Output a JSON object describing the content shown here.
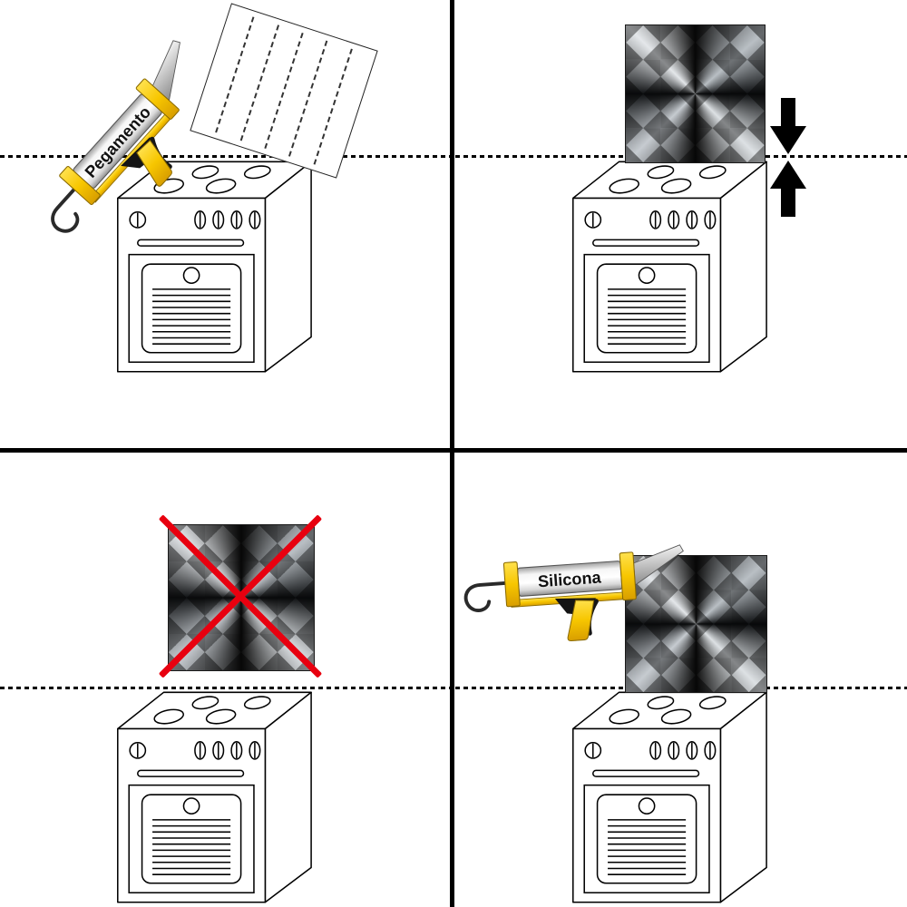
{
  "labels": {
    "adhesive_tube": "Pegamento",
    "silicone_tube": "Silicona"
  },
  "colors": {
    "gun_yellow": "#f7c600",
    "prohibition_red": "#e8000f",
    "line_black": "#000000",
    "metal_dark": "#0c0c0c",
    "metal_light": "#e4e7ea"
  },
  "icons": {
    "caulking_gun": "caulking-gun-illustration",
    "stove": "stove-illustration",
    "metal_panel": "metal-backsplash-panel",
    "adhesive_board": "panel-back-with-glue-lines",
    "press_arrows": [
      "arrow-down-icon",
      "arrow-up-icon"
    ],
    "prohibition_cross": "red-x-icon",
    "wall_line": "dashed-wall-line"
  }
}
